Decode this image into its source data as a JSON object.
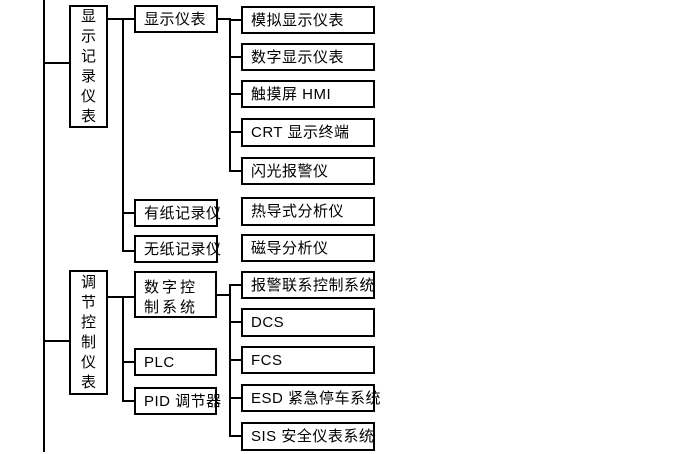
{
  "diagram": {
    "type": "tree",
    "orientation": "left-to-right",
    "colors": {
      "line": "#000000",
      "box_border": "#000000",
      "box_fill": "#ffffff",
      "text": "#000000",
      "background": "#ffffff"
    },
    "tree": {
      "groups": [
        {
          "label": "显示记录仪表",
          "branches": [
            {
              "label": "显示仪表",
              "children": [
                "模拟显示仪表",
                "数字显示仪表",
                "触摸屏 HMI",
                "CRT 显示终端",
                "闪光报警仪"
              ]
            },
            {
              "label": "有纸记录仪",
              "children": []
            },
            {
              "label": "无纸记录仪",
              "children": []
            }
          ],
          "unlinked_boxes": [
            "热导式分析仪",
            "磁导分析仪"
          ]
        },
        {
          "label": "调节控制仪表",
          "branches": [
            {
              "label": "数字控制系统",
              "children": [
                "报警联系控制系统",
                "DCS",
                "FCS",
                "ESD 紧急停车系统",
                "SIS 安全仪表系统"
              ]
            },
            {
              "label": "PLC",
              "children": []
            },
            {
              "label": "PID 调节器",
              "children": []
            }
          ],
          "unlinked_boxes": []
        }
      ]
    }
  }
}
